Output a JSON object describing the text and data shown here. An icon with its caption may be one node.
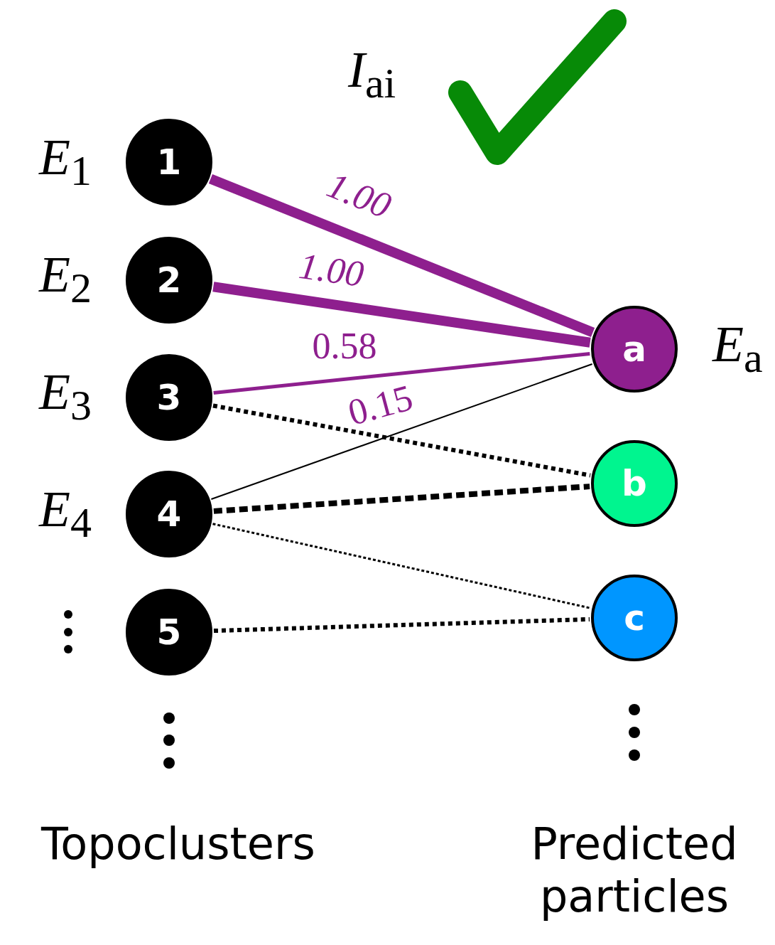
{
  "diagram": {
    "nodes": [
      {
        "text": [
          "1"
        ],
        "beside": [
          "*E*$_{1}$"
        ]
      },
      {
        "text": [
          "2"
        ],
        "beside": [
          "*E*$_{2}$"
        ]
      },
      {
        "text": [
          "3"
        ],
        "beside": [
          "*E*$_{3}$"
        ]
      },
      {
        "text": [
          "4"
        ],
        "beside": [
          "*E*$_{4}$"
        ]
      },
      {
        "text": [
          "5"
        ]
      },
      {
        "text": [
          "a"
        ],
        "beside": [
          "*E*$_{a}$"
        ]
      },
      {
        "text": [
          "b"
        ]
      },
      {
        "text": [
          "c"
        ]
      }
    ],
    "edges": [
      {
        "from": 0,
        "to": 5,
        "arrow": "none",
        "label": "1.00",
        "style": "thick",
        "color": "#8e1f8e"
      },
      {
        "from": 1,
        "to": 5,
        "arrow": "none",
        "label": "1.00",
        "style": "thick",
        "color": "#8e1f8e"
      },
      {
        "from": 2,
        "to": 5,
        "arrow": "none",
        "label": "0.58",
        "color": "#8e1f8e"
      },
      {
        "from": 3,
        "to": 5,
        "arrow": "none",
        "label": "0.15"
      },
      {
        "from": 2,
        "to": 6,
        "arrow": "none",
        "style": "dashed"
      },
      {
        "from": 3,
        "to": 6,
        "arrow": "none",
        "style": "dashed"
      },
      {
        "from": 3,
        "to": 7,
        "arrow": "none",
        "style": "dashed"
      },
      {
        "from": 4,
        "to": 7,
        "arrow": "none",
        "style": "dashed"
      }
    ],
    "labels": [
      "*I*$_{ai}$",
      "Topoclusters",
      "Predicted particles"
    ]
  }
}
